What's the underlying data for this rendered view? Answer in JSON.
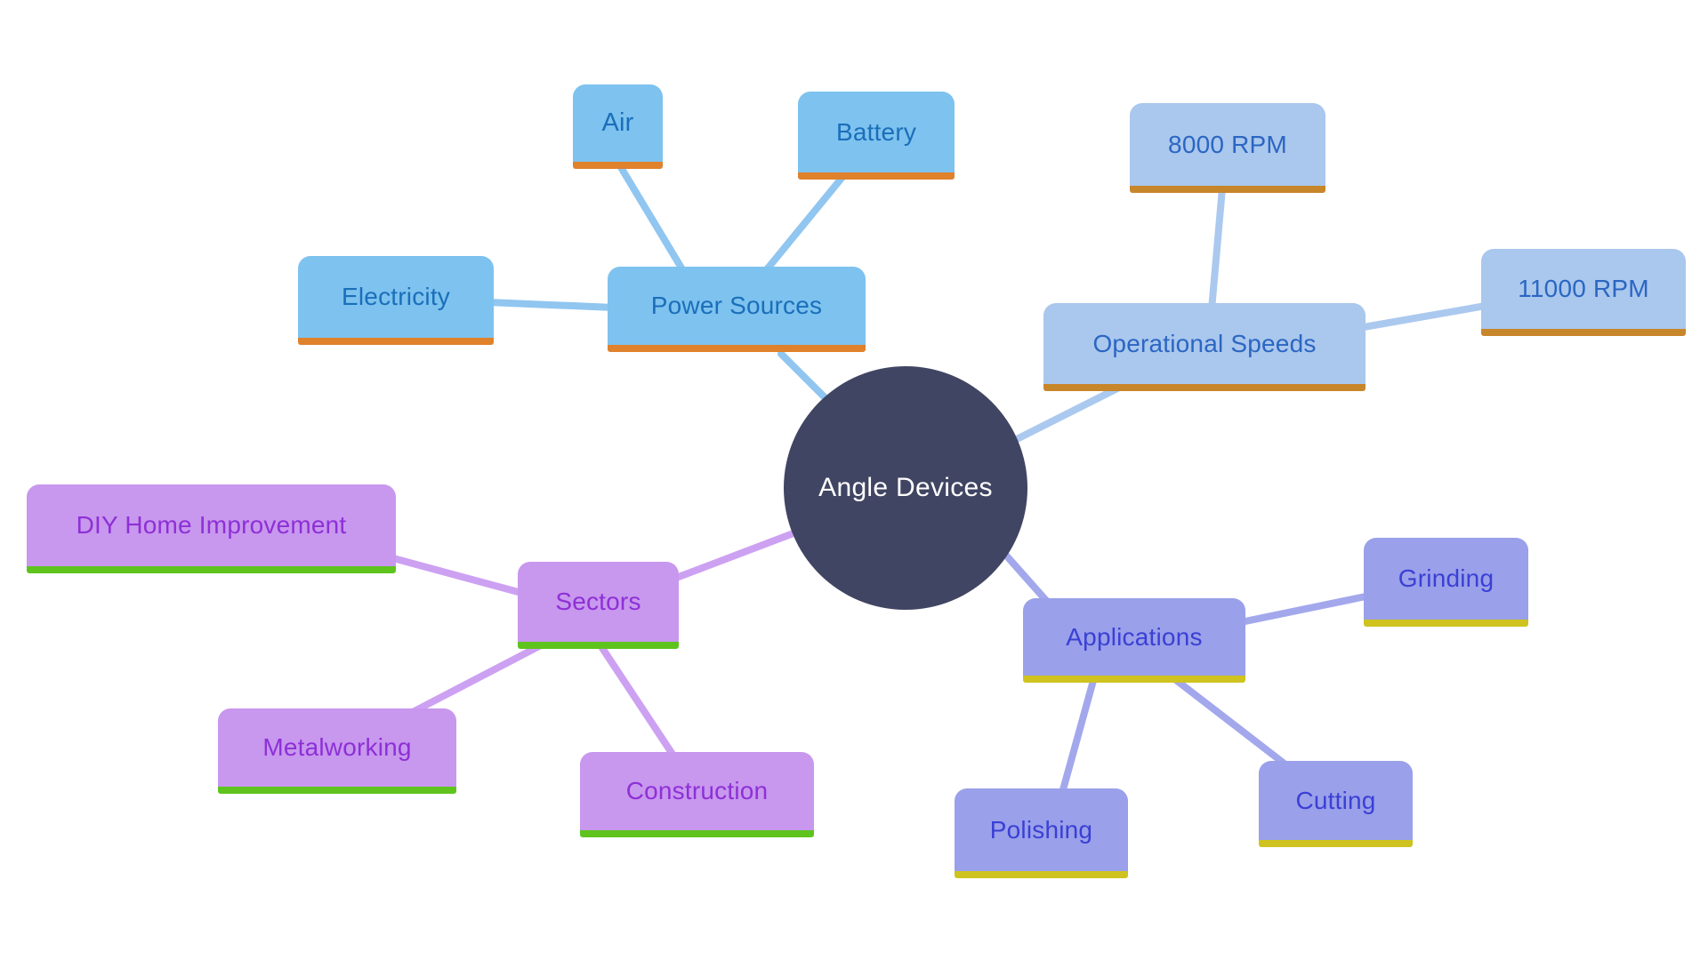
{
  "diagram_title": "Angle Devices mind map",
  "nodes": {
    "center": {
      "label": "Angle Devices"
    },
    "power_sources": {
      "label": "Power Sources"
    },
    "air": {
      "label": "Air"
    },
    "battery": {
      "label": "Battery"
    },
    "electricity": {
      "label": "Electricity"
    },
    "operational_speeds": {
      "label": "Operational Speeds"
    },
    "rpm_8000": {
      "label": "8000 RPM"
    },
    "rpm_11000": {
      "label": "11000 RPM"
    },
    "sectors": {
      "label": "Sectors"
    },
    "diy": {
      "label": "DIY Home Improvement"
    },
    "metalworking": {
      "label": "Metalworking"
    },
    "construction": {
      "label": "Construction"
    },
    "applications": {
      "label": "Applications"
    },
    "grinding": {
      "label": "Grinding"
    },
    "polishing": {
      "label": "Polishing"
    },
    "cutting": {
      "label": "Cutting"
    }
  },
  "structure": {
    "center": "Angle Devices",
    "branches": [
      {
        "label": "Power Sources",
        "children": [
          "Air",
          "Battery",
          "Electricity"
        ]
      },
      {
        "label": "Operational Speeds",
        "children": [
          "8000 RPM",
          "11000 RPM"
        ]
      },
      {
        "label": "Sectors",
        "children": [
          "DIY Home Improvement",
          "Metalworking",
          "Construction"
        ]
      },
      {
        "label": "Applications",
        "children": [
          "Grinding",
          "Polishing",
          "Cutting"
        ]
      }
    ]
  },
  "colors": {
    "center_fill": "#404563",
    "center_text": "#ffffff",
    "power_fill": "#7ec2ef",
    "power_text": "#1a6fba",
    "power_accent": "#e0812c",
    "power_link": "#90c6f0",
    "speeds_fill": "#aac7ed",
    "speeds_text": "#2b66c2",
    "speeds_accent": "#c8862b",
    "speeds_link": "#abc9ef",
    "sectors_fill": "#c897ee",
    "sectors_text": "#8d30d6",
    "sectors_accent": "#5ec41d",
    "sectors_link": "#cda1f2",
    "apps_fill": "#9aa0e9",
    "apps_text": "#3a40d4",
    "apps_accent": "#cfc31f",
    "apps_link": "#a3a8ec"
  }
}
